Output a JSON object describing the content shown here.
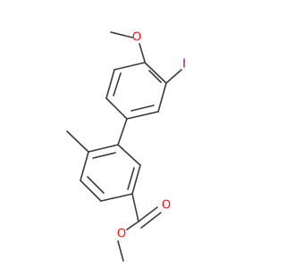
{
  "molecule": {
    "atoms": [
      {
        "id": "O_methoxy",
        "symbol": "O",
        "color": "#ff0d0d"
      },
      {
        "id": "I",
        "symbol": "I",
        "color": "#940094"
      },
      {
        "id": "O_ester_carbonyl",
        "symbol": "O",
        "color": "#ff0d0d"
      },
      {
        "id": "O_ester_single",
        "symbol": "O",
        "color": "#ff0d0d"
      }
    ],
    "bond_color": "#3b3b3b"
  }
}
